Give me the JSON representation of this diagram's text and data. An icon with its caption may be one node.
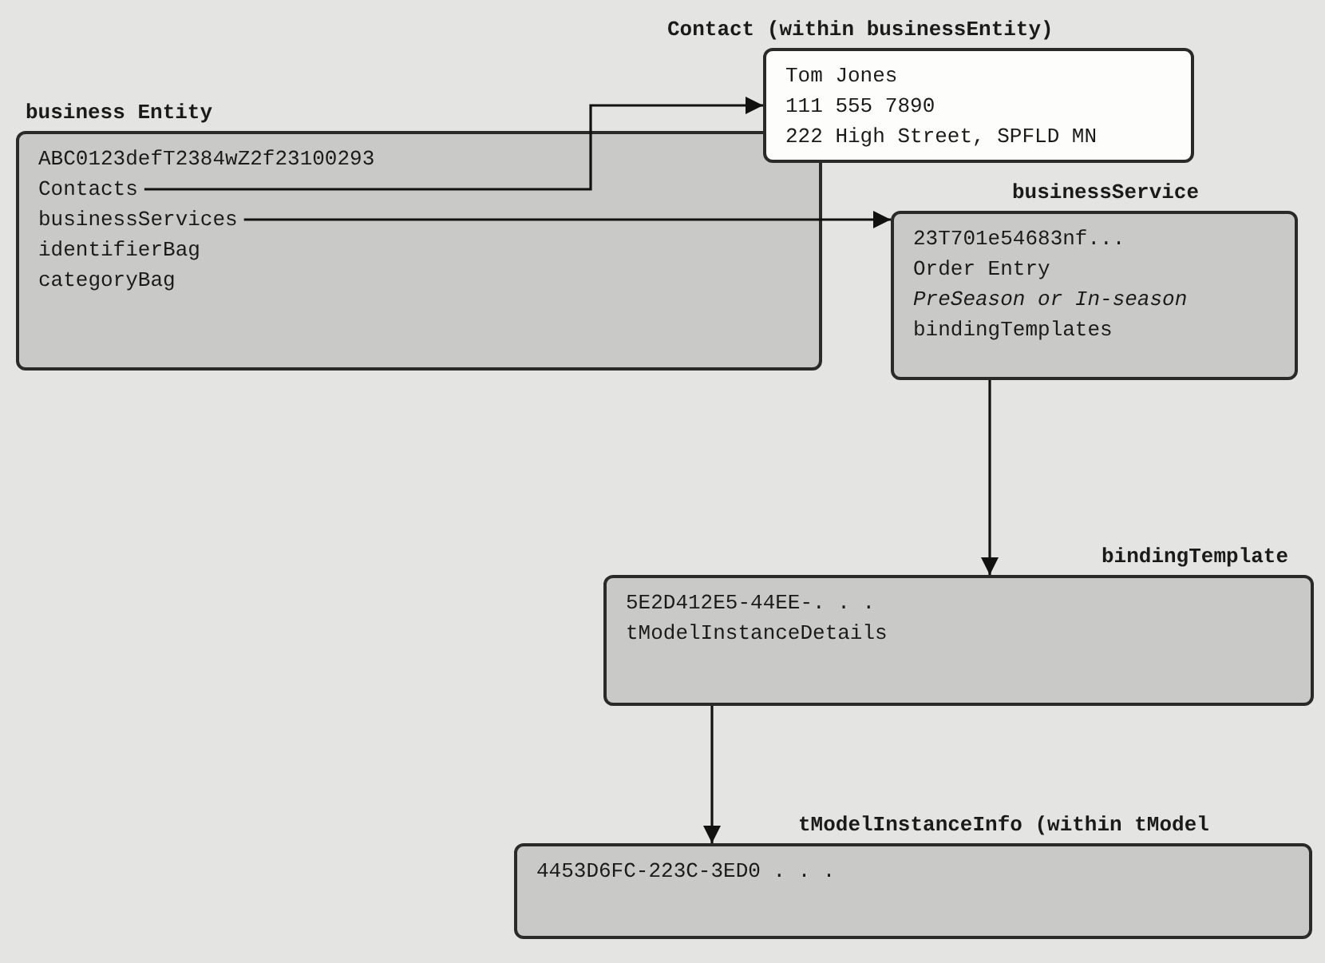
{
  "diagram": {
    "nodes": [
      {
        "text": [
          "business Entity",
          "ABC0123defT2384wZ2f23100293",
          "identifierBag",
          "categoryBag"
        ]
      },
      {
        "text": [
          "Contacts"
        ],
        "in": 0
      },
      {
        "text": [
          "businessServices"
        ],
        "in": 0
      },
      {
        "text": [
          "Contact (within businessEntity)",
          "Tom Jones",
          "111 555 7890",
          "222 High Street, SPFLD MN"
        ]
      },
      {
        "text": [
          "businessService",
          "23T701e54683nf...",
          "Order Entry",
          "PreSeason or In-season",
          "bindingTemplates"
        ]
      },
      {
        "text": [
          "bindingTemplate",
          "5E2D412E5-44EE-. . .",
          "tModelInstanceDetails"
        ]
      },
      {
        "text": [
          "tModelInstanceInfo (within tModel",
          "4453D6FC-223C-3ED0 . . ."
        ]
      }
    ],
    "edges": [
      {
        "from": 1,
        "to": 3,
        "arrow": "to"
      },
      {
        "from": 2,
        "to": 4,
        "arrow": "to"
      },
      {
        "from": 4,
        "to": 5,
        "arrow": "to"
      },
      {
        "from": 5,
        "to": 6,
        "arrow": "to"
      }
    ]
  }
}
